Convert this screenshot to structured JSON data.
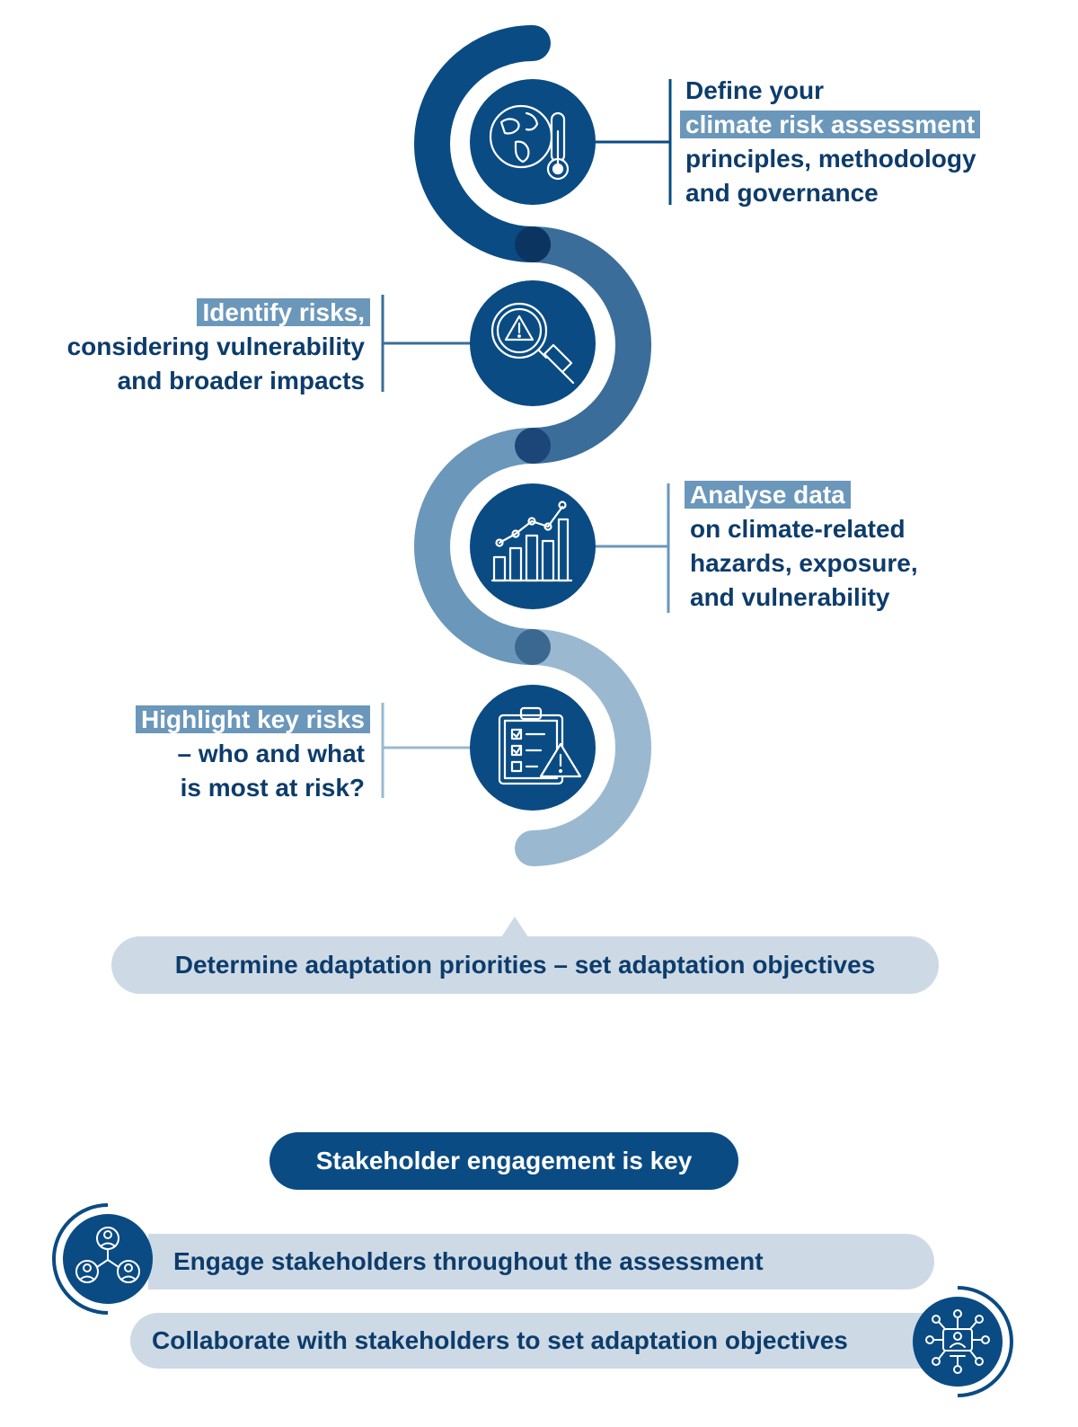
{
  "colors": {
    "dark_navy": "#0a4b83",
    "mid_blue": "#3a6d99",
    "light_blue": "#6b97bb",
    "pale_blue": "#9ab9d1",
    "pill_bg": "#cddae6",
    "text": "#0d3c6b"
  },
  "steps": [
    {
      "icon": "globe-thermometer-icon",
      "lines": [
        "Define your",
        "climate risk assessment",
        "principles, methodology",
        "and governance"
      ],
      "highlight_line": 1,
      "highlight_color": "#6b97bb"
    },
    {
      "icon": "magnifier-warning-icon",
      "lines": [
        "Identify risks,",
        "considering vulnerability",
        "and broader impacts"
      ],
      "highlight_line": 0,
      "highlight_color": "#6b97bb"
    },
    {
      "icon": "bar-chart-trend-icon",
      "lines": [
        "Analyse data",
        "on climate-related",
        "hazards, exposure,",
        "and vulnerability"
      ],
      "highlight_line": 0,
      "highlight_color": "#6b97bb"
    },
    {
      "icon": "clipboard-warning-icon",
      "lines": [
        "Highlight key risks",
        "– who and what",
        "is most at risk?"
      ],
      "highlight_line": 0,
      "highlight_color": "#6b97bb"
    }
  ],
  "priorities": {
    "label": "Determine adaptation priorities – set adaptation objectives"
  },
  "stakeholders": {
    "heading": "Stakeholder engagement is key",
    "engage_label": "Engage stakeholders throughout the assessment",
    "engage_icon": "people-network-icon",
    "collaborate_label": "Collaborate with stakeholders to set adaptation objectives",
    "collaborate_icon": "people-hub-icon"
  }
}
